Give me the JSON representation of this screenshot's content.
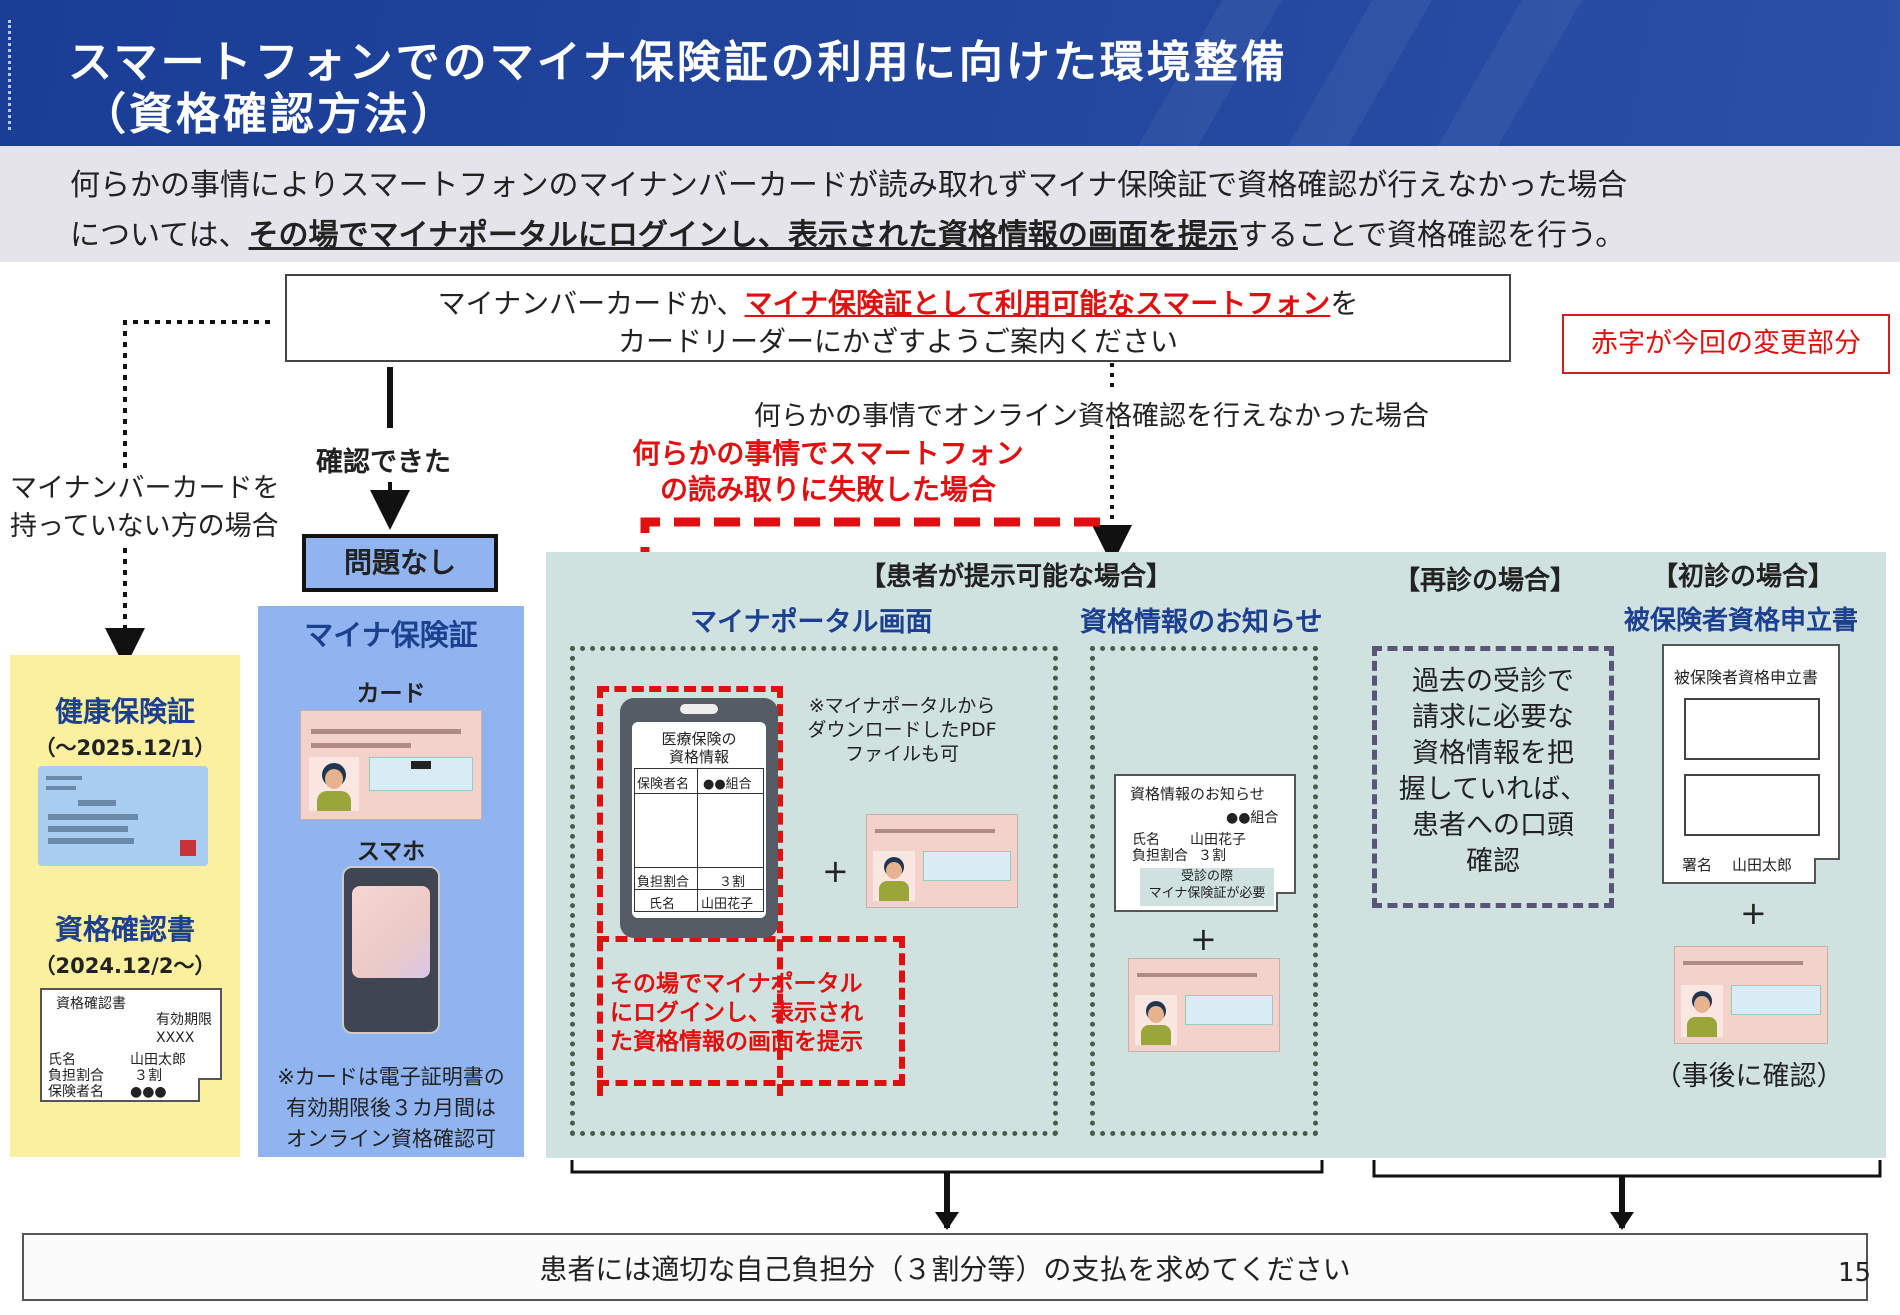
{
  "header": {
    "title_line1": "スマートフォンでのマイナ保険証の利用に向けた環境整備",
    "title_line2": "（資格確認方法）"
  },
  "intro": {
    "line1": "何らかの事情によりスマートフォンのマイナンバーカードが読み取れずマイナ保険証で資格確認が行えなかった場合",
    "line2_pre": "については、",
    "line2_emph": "その場でマイナポータルにログインし、表示された資格情報の画面を提示",
    "line2_post": "することで資格確認を行う。"
  },
  "top_box": {
    "line1_pre": "マイナンバーカードか、",
    "line1_red": "マイナ保険証として利用可能なスマートフォン",
    "line1_post": "を",
    "line2": "カードリーダーにかざすようご案内ください"
  },
  "change_note": "赤字が今回の変更部分",
  "left_branch": {
    "line1": "マイナンバーカードを",
    "line2": "持っていない方の場合"
  },
  "confirmed_label": "確認できた",
  "no_problem": "問題なし",
  "online_fail": "何らかの事情でオンライン資格確認を行えなかった場合",
  "smartphone_fail": {
    "line1": "何らかの事情でスマートフォン",
    "line2": "の読み取りに失敗した場合"
  },
  "yellow": {
    "h1": "健康保険証",
    "d1": "（～2025.12/1）",
    "h2": "資格確認書",
    "d2": "（2024.12/2～）",
    "doc": {
      "title": "資格確認書",
      "expiry_label": "有効期限",
      "expiry_value": "XXXX",
      "name_label": "氏名",
      "name_value": "山田太郎",
      "ratio_label": "負担割合",
      "ratio_value": "３割",
      "insurer_label": "保険者名",
      "insurer_value": "●●●"
    }
  },
  "blue": {
    "title": "マイナ保険証",
    "card_label": "カード",
    "phone_label": "スマホ",
    "note1": "※カードは電子証明書の",
    "note2": "有効期限後３カ月間は",
    "note3": "オンライン資格確認可"
  },
  "teal": {
    "presentable": "【患者が提示可能な場合】",
    "revisit": "【再診の場合】",
    "firstvisit": "【初診の場合】",
    "portal_title": "マイナポータル画面",
    "notice_title": "資格情報のお知らせ",
    "application_title": "被保険者資格申立書",
    "portal_note1": "※マイナポータルから",
    "portal_note2": "ダウンロードしたPDF",
    "portal_note3": "ファイルも可",
    "phone_screen": {
      "title1": "医療保険の",
      "title2": "資格情報",
      "insurer_label": "保険者名",
      "insurer_value": "●●組合",
      "ratio_label": "負担割合",
      "ratio_value": "３割",
      "name_label": "氏名",
      "name_value": "山田花子"
    },
    "plus": "+",
    "login_note1": "その場でマイナポータル",
    "login_note2": "にログインし、表示され",
    "login_note3": "た資格情報の画面を提示",
    "notice_doc": {
      "title": "資格情報のお知らせ",
      "insurer": "●●組合",
      "name_label": "氏名",
      "name_value": "山田花子",
      "ratio_label": "負担割合",
      "ratio_value": "３割",
      "note1": "受診の際",
      "note2": "マイナ保険証が必要"
    },
    "revisit_text": [
      "過去の受診で",
      "請求に必要な",
      "資格情報を把",
      "握していれば、",
      "患者への口頭",
      "確認"
    ],
    "application_doc": {
      "title": "被保険者資格申立書",
      "sign_label": "署名",
      "sign_value": "山田太郎"
    },
    "after_confirm": "（事後に確認）"
  },
  "bottom": "患者には適切な自己負担分（３割分等）の支払を求めてください",
  "page_number": "15",
  "colors": {
    "header": "#1a3d96",
    "accent_red": "#e01010",
    "navy_text": "#1c3f8f",
    "yellow_panel": "#faf0a0",
    "blue_panel": "#8fb4f0",
    "teal_panel": "#cfe2df"
  }
}
